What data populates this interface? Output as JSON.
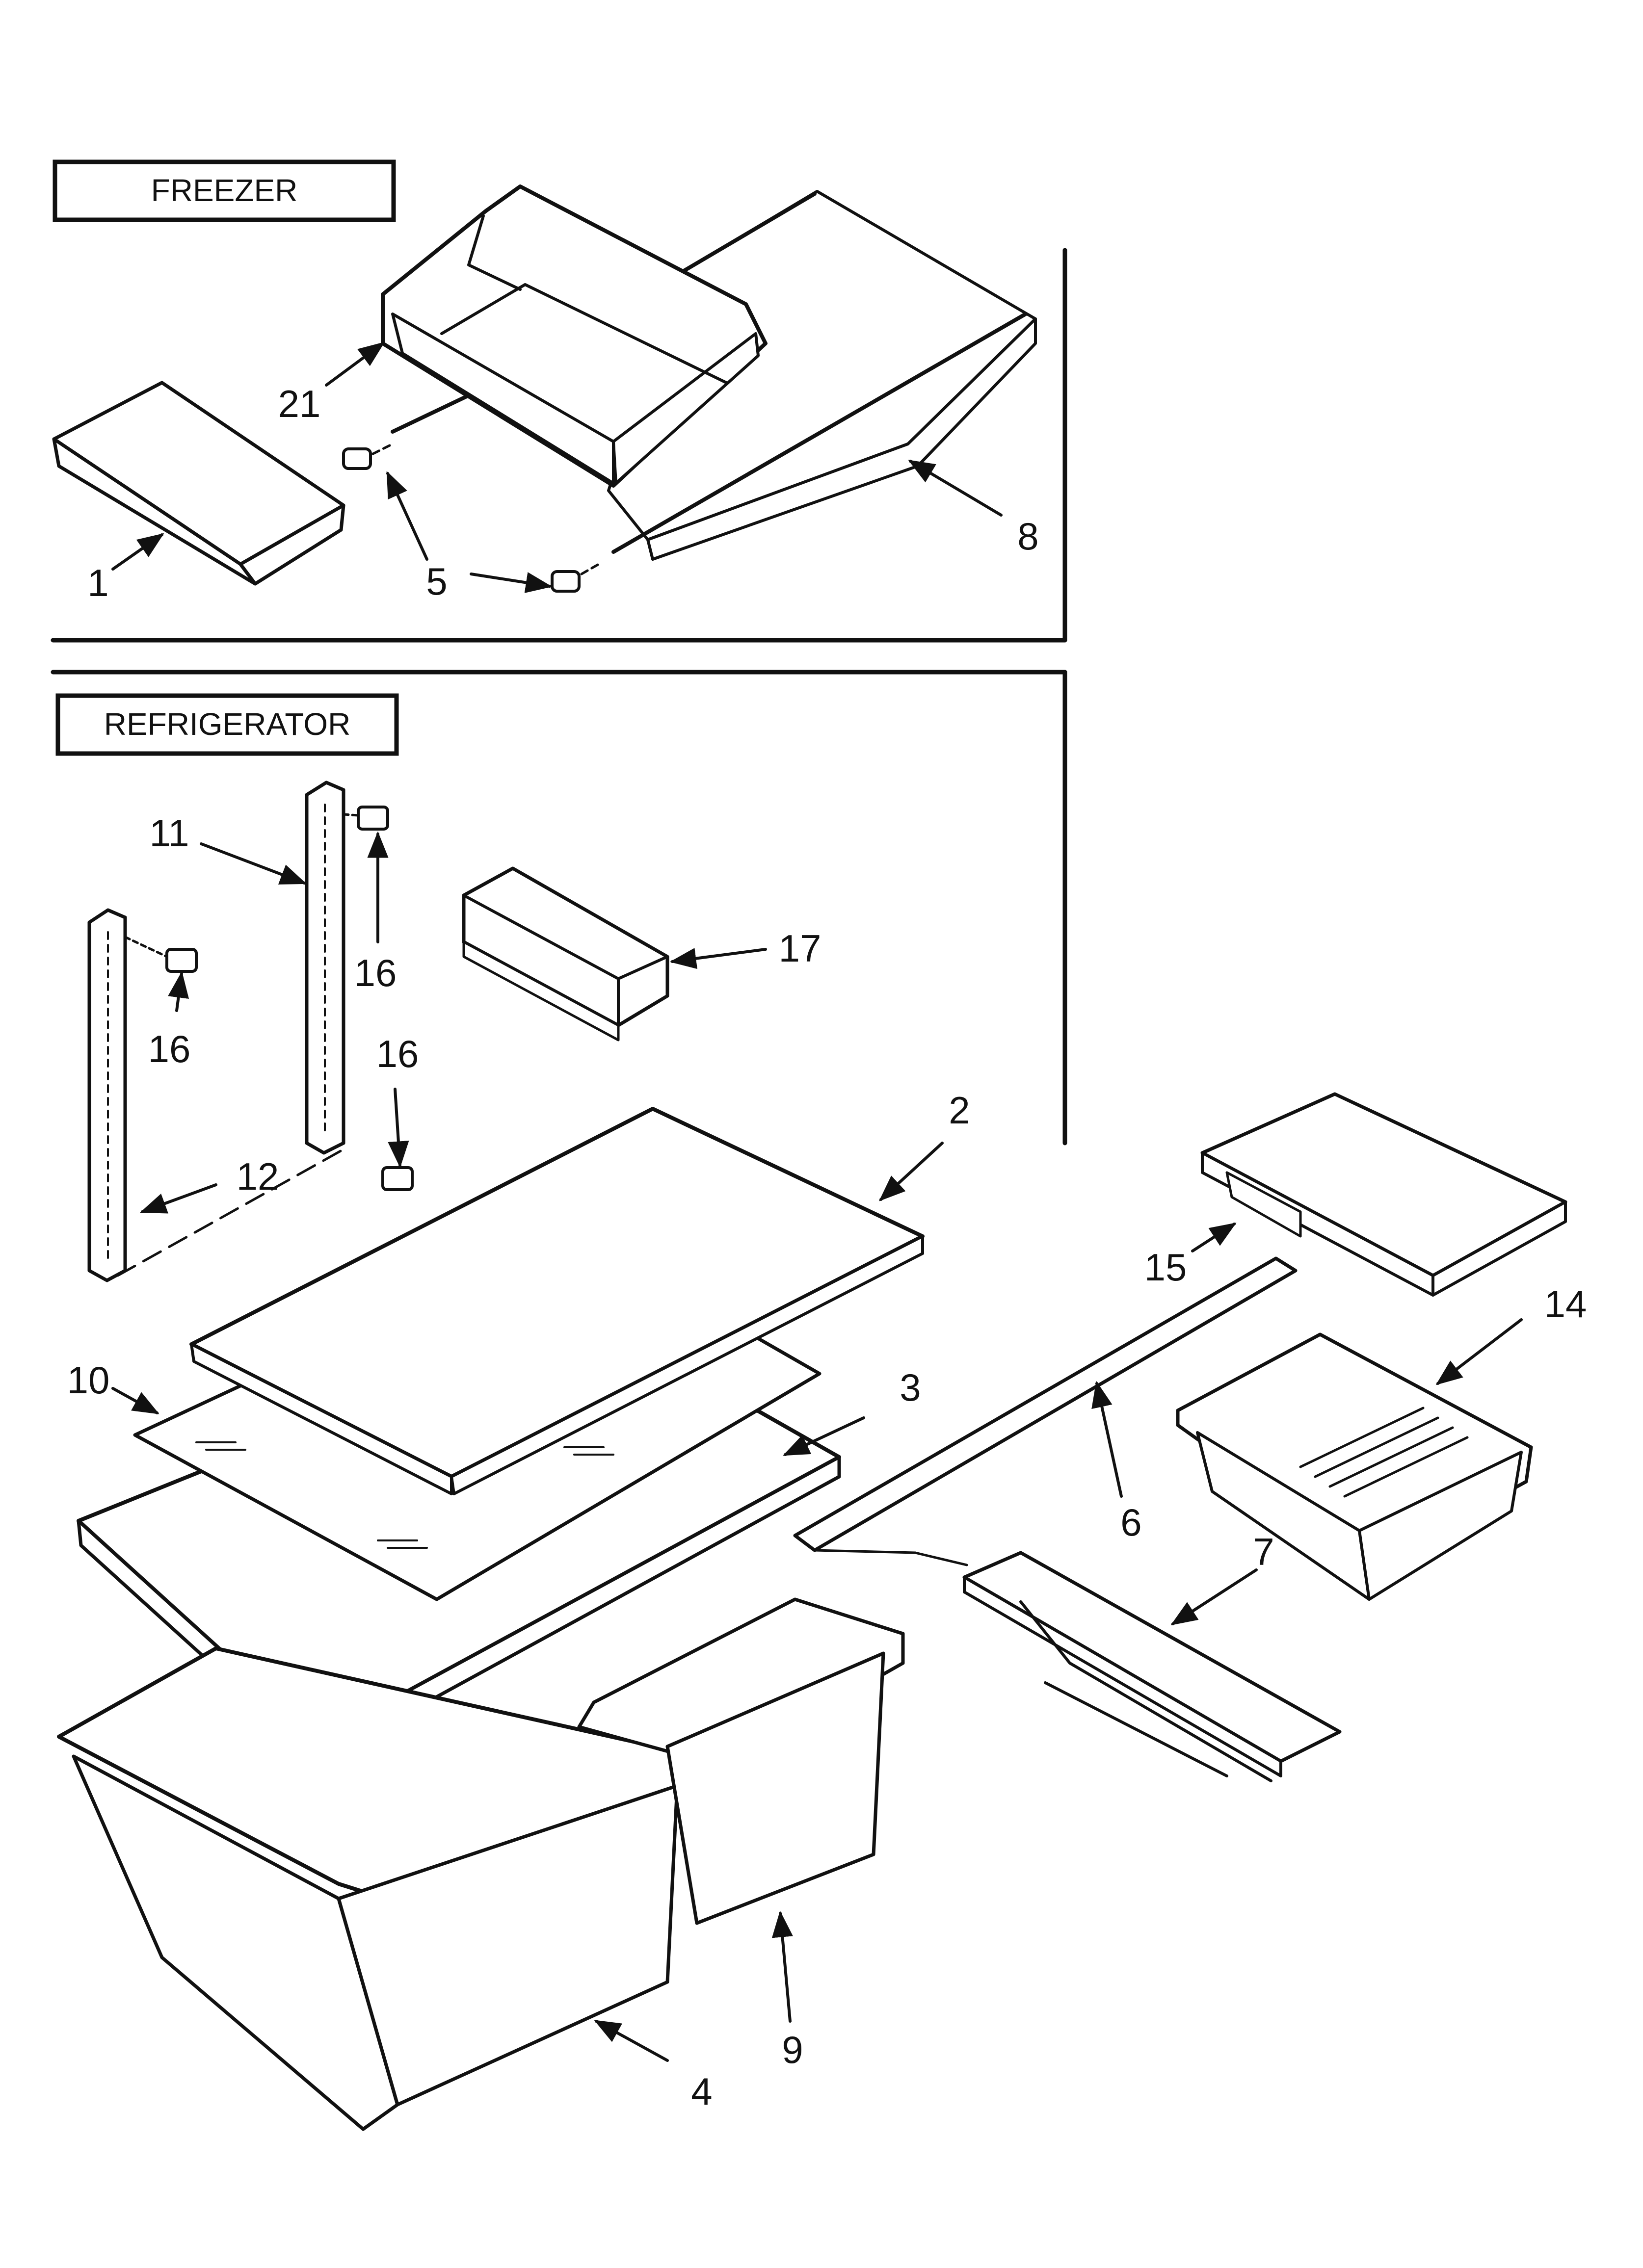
{
  "sections": {
    "freezer": {
      "title": "FREEZER"
    },
    "refrigerator": {
      "title": "REFRIGERATOR"
    }
  },
  "callouts": {
    "c1": "1",
    "c2": "2",
    "c3": "3",
    "c4": "4",
    "c5": "5",
    "c6": "6",
    "c7": "7",
    "c8": "8",
    "c9": "9",
    "c10": "10",
    "c11": "11",
    "c12": "12",
    "c14": "14",
    "c15": "15",
    "c16a": "16",
    "c16b": "16",
    "c16c": "16",
    "c17": "17",
    "c21": "21"
  },
  "colors": {
    "ink": "#111111",
    "paper": "#ffffff"
  }
}
